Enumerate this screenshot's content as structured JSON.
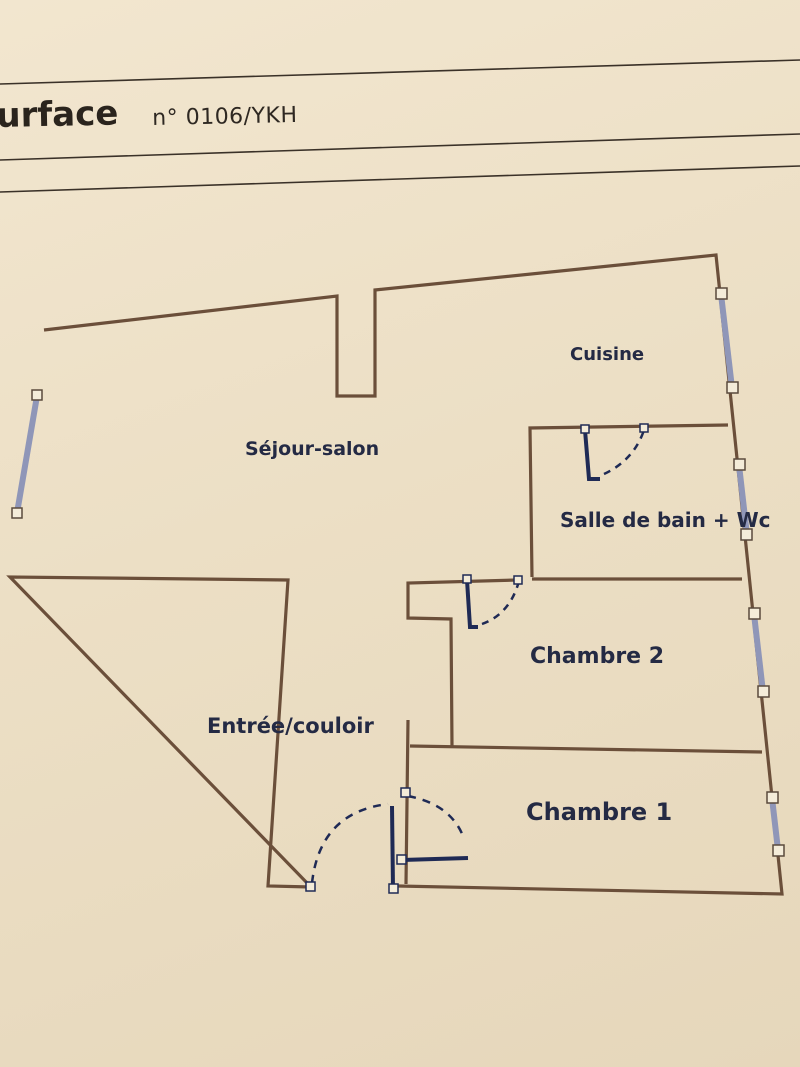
{
  "header": {
    "title": "urface",
    "reference": "n° 0106/YKH"
  },
  "plan": {
    "rooms": [
      {
        "id": "sejour",
        "label": "Séjour-salon"
      },
      {
        "id": "cuisine",
        "label": "Cuisine"
      },
      {
        "id": "sdb",
        "label": "Salle de bain + Wc"
      },
      {
        "id": "chambre2",
        "label": "Chambre 2"
      },
      {
        "id": "entree",
        "label": "Entrée/couloir"
      },
      {
        "id": "chambre1",
        "label": "Chambre 1"
      }
    ],
    "colors": {
      "wall": "#6b4f3a",
      "door": "#1f2a55",
      "window": "#8f96b8",
      "paper": "#efe3cc",
      "text": "#242a44"
    }
  }
}
